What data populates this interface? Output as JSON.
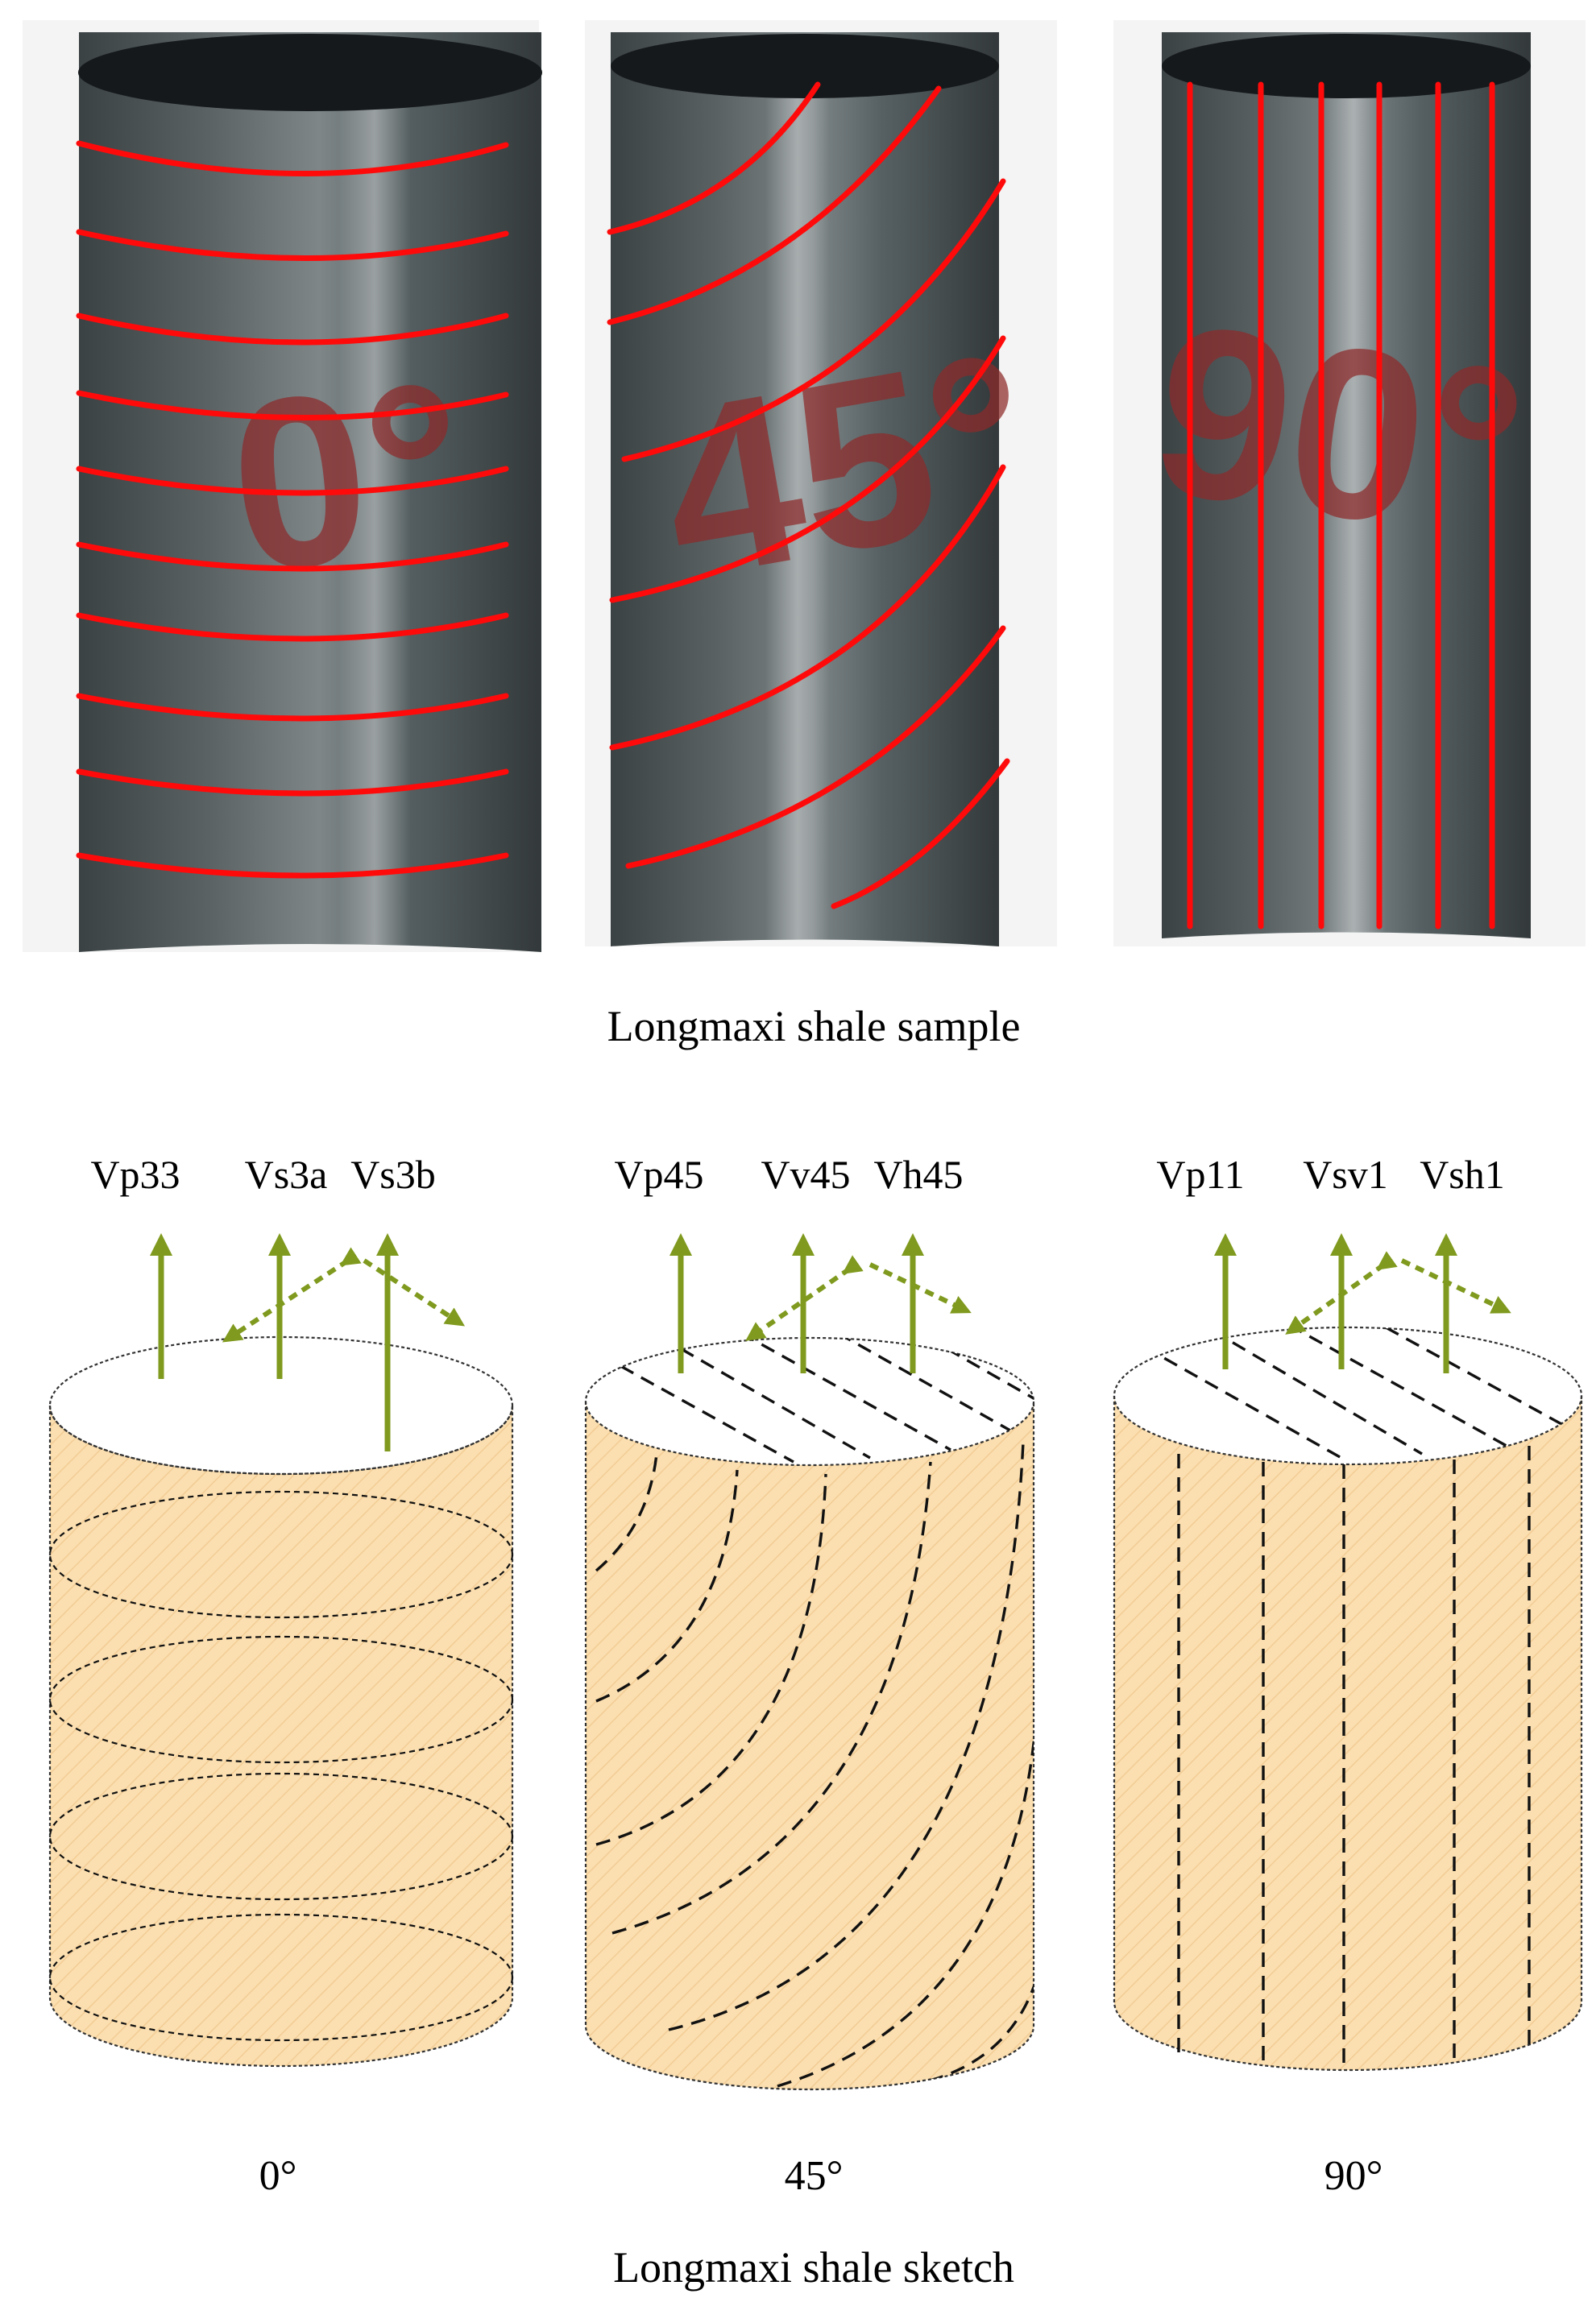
{
  "photos": {
    "caption": "Longmaxi shale sample",
    "labels": [
      "0°",
      "45°",
      "90°"
    ]
  },
  "sketch": {
    "caption": "Longmaxi shale sketch",
    "angles": [
      "0°",
      "45°",
      "90°"
    ],
    "groups": [
      [
        "Vp33",
        "Vs3a",
        "Vs3b"
      ],
      [
        "Vp45",
        "Vv45",
        "Vh45"
      ],
      [
        "Vp11",
        "Vsv1",
        "Vsh1"
      ]
    ]
  },
  "colors": {
    "bedding_lines": "#ff0a0a",
    "arrows": "#7f9a1e",
    "cylinder_fill": "#fbdfb0",
    "shale_gray": "#4a5254",
    "sample_ink": "#8e2a2a"
  },
  "icons": {
    "solid_arrow": "arrow-up-icon",
    "dashed_arrow": "double-headed-dashed-arrow-icon"
  }
}
